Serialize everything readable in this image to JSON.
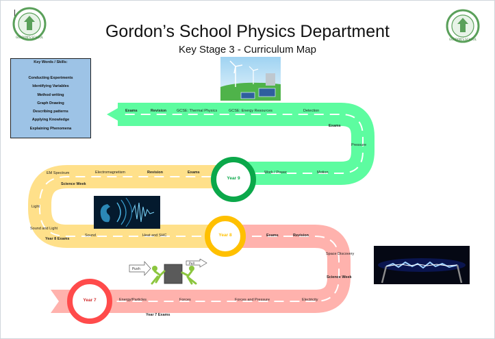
{
  "title": "Gordon’s School Physics Department",
  "subtitle": "Key Stage 3 - Curriculum Map",
  "colors": {
    "year9": "#5dfca0",
    "year8": "#ffe08a",
    "year7": "#ffb2ad",
    "year9_ring": "#0ba84a",
    "year8_ring": "#ffc000",
    "year7_ring": "#ff4b4b",
    "key_box": "#9dc3e6"
  },
  "logos": {
    "icon": "school-crest",
    "text": "GORDON'S SCHOOL"
  },
  "key_words": {
    "heading": "Key Words / Skills:",
    "items": [
      "Conducting Experiments",
      "Identifying Variables",
      "Method writing",
      "Graph Drawing",
      "Describing patterns",
      "Applying Knowledge",
      "Explaining Phenomena"
    ]
  },
  "years": {
    "year9": "Year 9",
    "year8": "Year 8",
    "year7": "Year 7"
  },
  "year9_topics": {
    "exams_top": "Exams",
    "revision_top": "Revision",
    "thermal": "GCSE: Thermal Physics",
    "energy": "GCSE: Energy Resources",
    "detection": "Detection",
    "exams_right": "Exams",
    "pressure": "Pressure",
    "work_power": "Work / Power",
    "motion": "Motion"
  },
  "year8_topics": {
    "em_spectrum": "EM Spectrum",
    "electromagnetism": "Electromagnetism",
    "revision": "Revision",
    "exams": "Exams",
    "science_week": "Science Week",
    "light": "Light",
    "sound_light": "Sound and Light",
    "year8_exams": "Year 8 Exams",
    "sound": "Sound",
    "heat": "Heat and SHC"
  },
  "year7_topics": {
    "exams": "Exams",
    "revision": "Revision",
    "space": "Space Discovery",
    "science_week": "Science Week",
    "energy_particles": "Energy/Particles",
    "forces": "Forces",
    "forces_pressure": "Forces and Pressure",
    "electricity": "Electricity",
    "year7_exams": "Year 7 Exams"
  },
  "images": {
    "energy": "renewable-energy-image",
    "sound": "sound-waves-ear-image",
    "push_pull": "push-pull-figures-image",
    "push": "Push",
    "pull": "Pull",
    "electric": "electric-arc-image"
  }
}
